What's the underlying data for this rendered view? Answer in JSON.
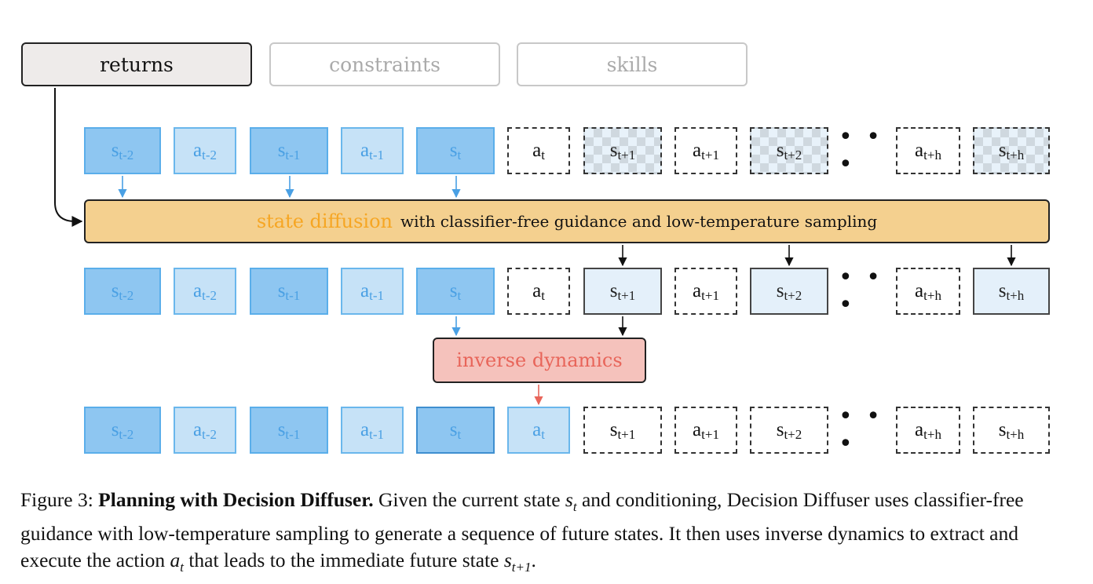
{
  "conditions": {
    "returns": "returns",
    "constraints": "constraints",
    "skills": "skills"
  },
  "tokens": {
    "s_tm2": {
      "base": "s",
      "sub": "t-2"
    },
    "a_tm2": {
      "base": "a",
      "sub": "t-2"
    },
    "s_tm1": {
      "base": "s",
      "sub": "t-1"
    },
    "a_tm1": {
      "base": "a",
      "sub": "t-1"
    },
    "s_t": {
      "base": "s",
      "sub": "t"
    },
    "a_t": {
      "base": "a",
      "sub": "t"
    },
    "s_tp1": {
      "base": "s",
      "sub": "t+1"
    },
    "a_tp1": {
      "base": "a",
      "sub": "t+1"
    },
    "s_tp2": {
      "base": "s",
      "sub": "t+2"
    },
    "a_tph": {
      "base": "a",
      "sub": "t+h"
    },
    "s_tph": {
      "base": "s",
      "sub": "t+h"
    }
  },
  "ellipsis": "• • •",
  "diffusion": {
    "highlight": "state diffusion",
    "rest": "with classifier-free guidance and low-temperature sampling"
  },
  "inverse_dynamics": "inverse dynamics",
  "caption": {
    "label": "Figure 3:",
    "lead": "Planning with Decision Diffuser.",
    "part1": "Given the current state",
    "m1_base": "s",
    "m1_sub": "t",
    "part2": "and conditioning, Decision Diffuser uses classifier-free guidance with low-temperature sampling to generate a sequence of future states. It then uses inverse dynamics to extract and execute the action",
    "m2_base": "a",
    "m2_sub": "t",
    "part3": "that leads to the immediate future state",
    "m3_base": "s",
    "m3_sub": "t+1",
    "part4": "."
  },
  "colors": {
    "state_blue": "#8ec6f1",
    "action_blue": "#c6e2f7",
    "diffusion_orange": "#f4d08f",
    "diffusion_text": "#f6a623",
    "inverse_pink": "#f5c2bc",
    "inverse_text": "#e8655a",
    "arrow_blue": "#4aa0e4",
    "arrow_red": "#e8655a"
  }
}
